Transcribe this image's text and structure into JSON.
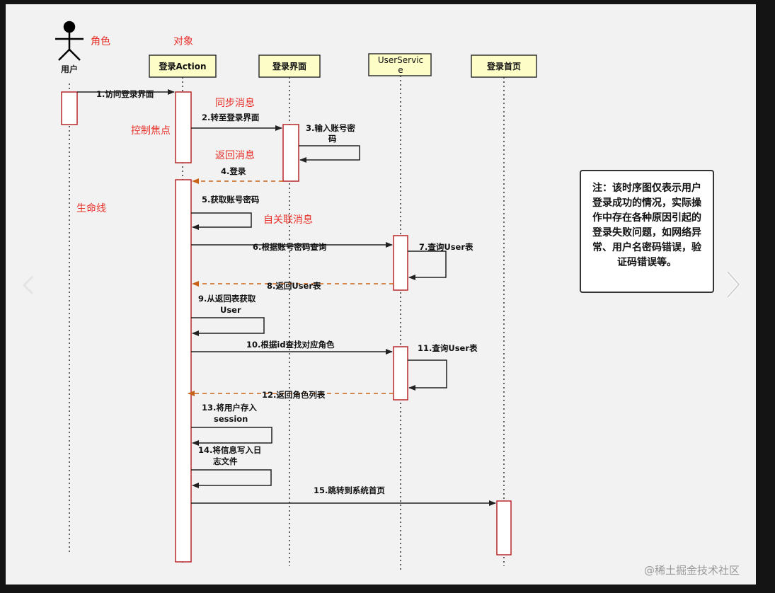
{
  "actors": {
    "user": "用户",
    "login_action": "登录Action",
    "login_ui": "登录界面",
    "user_service_line1": "UserServic",
    "user_service_line2": "e",
    "home_page": "登录首页"
  },
  "annotations": {
    "role": "角色",
    "object": "对象",
    "sync_msg": "同步消息",
    "control_focus": "控制焦点",
    "return_msg": "返回消息",
    "lifeline": "生命线",
    "self_msg": "自关联消息"
  },
  "messages": {
    "m1": "1.访问登录界面",
    "m2": "2.转至登录界面",
    "m3_line1": "3.输入账号密",
    "m3_line2": "码",
    "m4": "4.登录",
    "m5": "5.获取账号密码",
    "m6": "6.根据账号密码查询",
    "m7": "7.查询User表",
    "m8": "8.返回User表",
    "m9_line1": "9.从返回表获取",
    "m9_line2": "User",
    "m10": "10.根据id查找对应角色",
    "m11": "11.查询User表",
    "m12": "12.返回角色列表",
    "m13_line1": "13.将用户存入",
    "m13_line2": "session",
    "m14_line1": "14.将信息写入日",
    "m14_line2": "志文件",
    "m15": "15.跳转到系统首页"
  },
  "note": "注：该时序图仅表示用户登录成功的情况，实际操作中存在各种原因引起的登录失败问题，如网络异常、用户名密码错误，验证码错误等。",
  "watermark": "@稀土掘金技术社区",
  "colors": {
    "annotation_red": "#e8312a",
    "activation_border": "#b8272a",
    "return_arrow": "#c8641a",
    "object_box_fill": "#fdfdc8"
  }
}
